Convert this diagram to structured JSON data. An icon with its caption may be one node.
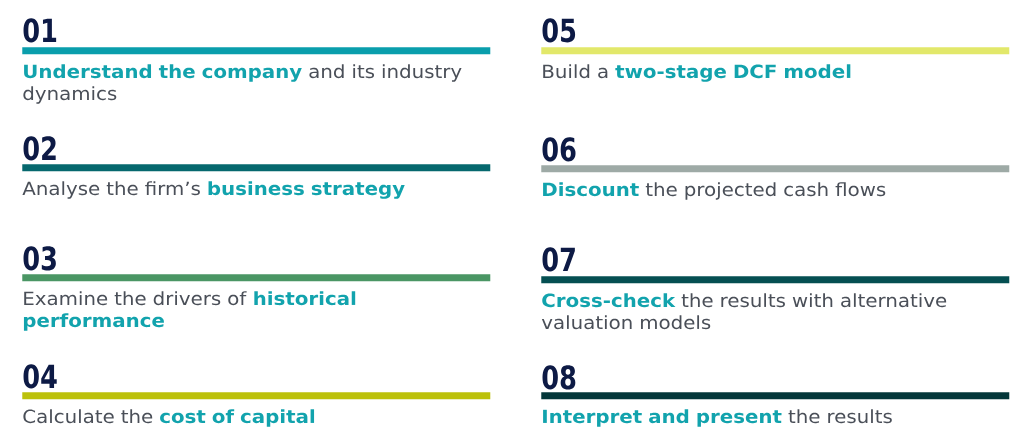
{
  "diagram": {
    "nodes": [
      {
        "text": [
          "01",
          "**Understand the company** and its industry dynamics"
        ]
      },
      {
        "text": [
          "02",
          "Analyse the firm’s **business strategy**"
        ]
      },
      {
        "text": [
          "03",
          "Examine the drivers of **historical performance**"
        ]
      },
      {
        "text": [
          "04",
          "Calculate the **cost of capital**"
        ]
      },
      {
        "text": [
          "05",
          "Build a **two-stage DCF model**"
        ]
      },
      {
        "text": [
          "06",
          "**Discount** the projected cash flows"
        ]
      },
      {
        "text": [
          "07",
          "**Cross-check** the results with alternative valuation models"
        ]
      },
      {
        "text": [
          "08",
          "**Interpret and present** the results"
        ]
      }
    ]
  }
}
